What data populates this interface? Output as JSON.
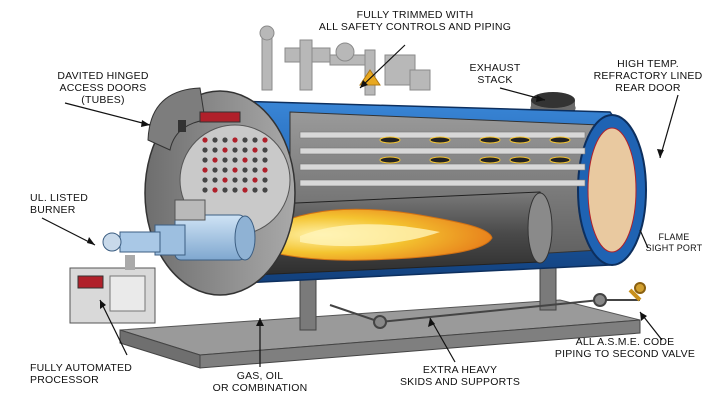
{
  "colors": {
    "shell_blue": "#1f63b3",
    "steel_gray": "#8c8c8c",
    "flame_yellow": "#f4c430",
    "flame_orange": "#e8821c",
    "refractory": "#e9c9a0",
    "tube_red": "#b0202a"
  },
  "labels": {
    "top_controls": [
      "FULLY TRIMMED WITH",
      "ALL SAFETY CONTROLS AND PIPING"
    ],
    "access_doors": [
      "DAVITED HINGED",
      "ACCESS DOORS",
      "(TUBES)"
    ],
    "exhaust": [
      "EXHAUST",
      "STACK"
    ],
    "rear_door": [
      "HIGH TEMP.",
      "REFRACTORY LINED",
      "REAR DOOR"
    ],
    "burner": [
      "UL. LISTED",
      "BURNER"
    ],
    "flame_port": [
      "FLAME",
      "SIGHT PORT"
    ],
    "processor": [
      "FULLY AUTOMATED",
      "PROCESSOR"
    ],
    "fuel": [
      "GAS, OIL",
      "OR COMBINATION"
    ],
    "skids": [
      "EXTRA HEAVY",
      "SKIDS AND SUPPORTS"
    ],
    "piping": [
      "ALL A.S.M.E. CODE",
      "PIPING TO SECOND VALVE"
    ]
  }
}
